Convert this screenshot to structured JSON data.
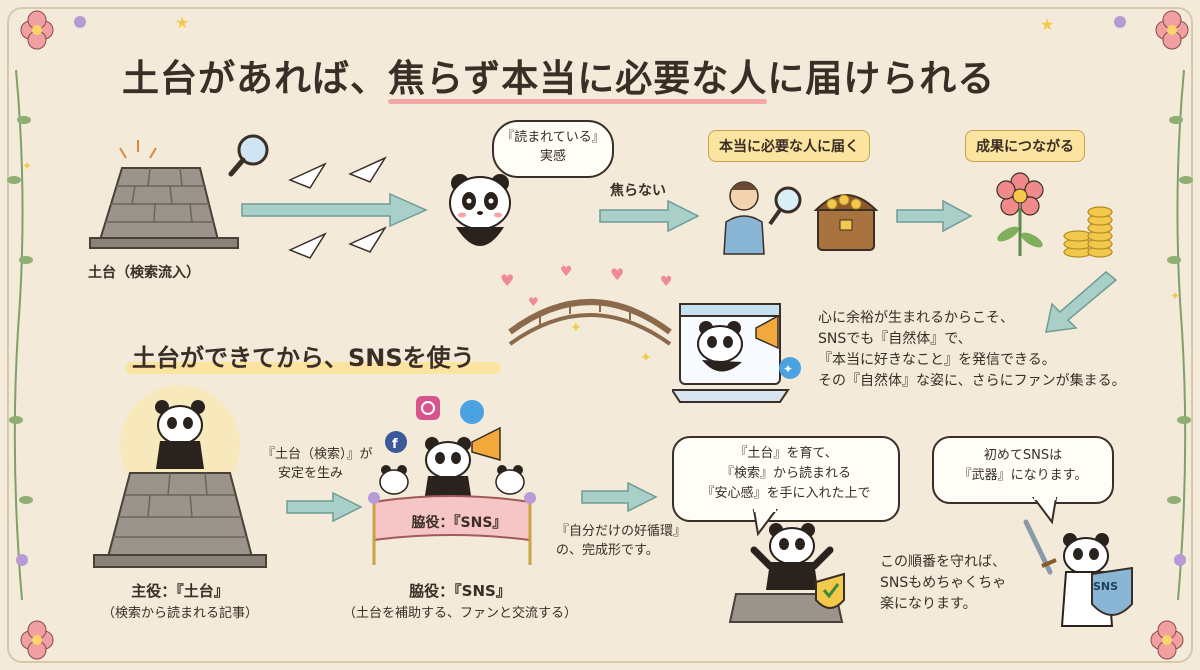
{
  "title": {
    "part1": "土台があれば、",
    "part2": "焦らず本当に必要な人",
    "part3": "に届けられる"
  },
  "top_row": {
    "foundation_label": "土台（検索流入）",
    "thought_bubble": [
      "『読まれている』",
      "実感"
    ],
    "arrow_label": "焦らない",
    "tag_reach": "本当に必要な人に届く",
    "tag_result": "成果につながる"
  },
  "middle": {
    "subtitle": "土台ができてから、SNSを使う",
    "desc_lines": [
      "心に余裕が生まれるからこそ、",
      "SNSでも『自然体』で、",
      "『本当に好きなこと』を発信できる。",
      "その『自然体』な姿に、さらにファンが集まる。"
    ]
  },
  "bottom": {
    "main_role_title": "主役：『土台』",
    "main_role_sub": "（検索から読まれる記事）",
    "stability_note": [
      "『土台（検索）』が",
      "安定を生み"
    ],
    "banner_text": "脇役：『SNS』",
    "support_role_title": "脇役：『SNS』",
    "support_role_sub": "（土台を補助する、ファンと交流する）",
    "cycle_note": [
      "『自分だけの好循環』",
      "の、完成形です。"
    ],
    "bubble_left": [
      "『土台』を育て、",
      "『検索』から読まれる",
      "『安心感』を手に入れた上で"
    ],
    "bubble_right": [
      "初めてSNSは",
      "『武器』になります。"
    ],
    "closing": [
      "この順番を守れば、",
      "SNSもめちゃくちゃ",
      "楽になります。"
    ],
    "shield_text": "SNS"
  },
  "colors": {
    "background": "#f3ead9",
    "arrow": "#a9cfc9",
    "tag": "#fbe3a0",
    "underline": "#f2a7a7",
    "banner": "#f6c6c6",
    "stone": "#9b948b"
  }
}
